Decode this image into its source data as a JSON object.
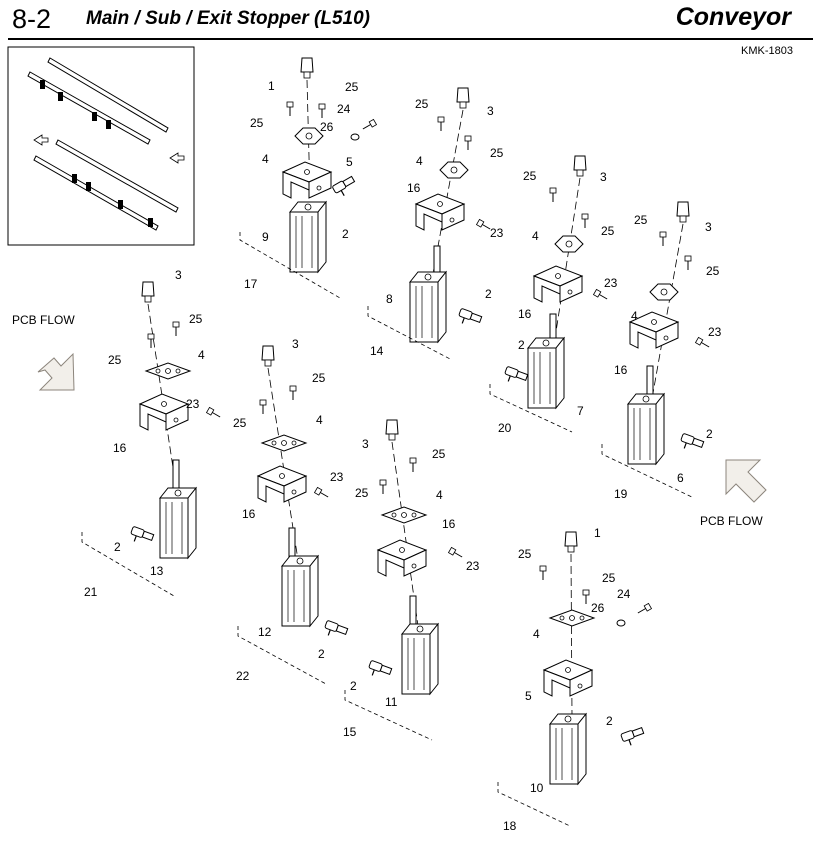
{
  "header": {
    "section_number": "8-2",
    "section_title": "Main / Sub / Exit Stopper (L510)",
    "category": "Conveyor",
    "model_code": "KMK-1803"
  },
  "flow_labels": [
    "PCB FLOW",
    "PCB FLOW"
  ],
  "callouts": {
    "a17": [
      "1",
      "25",
      "24",
      "25",
      "26",
      "4",
      "5",
      "2",
      "9",
      "17"
    ],
    "a14": [
      "25",
      "3",
      "25",
      "4",
      "16",
      "23",
      "8",
      "2",
      "14"
    ],
    "a20": [
      "25",
      "3",
      "25",
      "4",
      "23",
      "16",
      "2",
      "7",
      "20"
    ],
    "a19": [
      "25",
      "3",
      "25",
      "23",
      "4",
      "16",
      "2",
      "6",
      "19"
    ],
    "a21": [
      "3",
      "25",
      "25",
      "4",
      "23",
      "16",
      "2",
      "13",
      "21"
    ],
    "a22": [
      "3",
      "25",
      "25",
      "4",
      "23",
      "16",
      "12",
      "2",
      "22"
    ],
    "a15": [
      "25",
      "3",
      "25",
      "4",
      "16",
      "23",
      "2",
      "11",
      "15"
    ],
    "a18": [
      "1",
      "25",
      "25",
      "24",
      "26",
      "4",
      "5",
      "2",
      "10",
      "18"
    ]
  },
  "colors": {
    "line": "#000000",
    "arrow_fill": "#f2efea",
    "arrow_stroke": "#8c857c"
  }
}
